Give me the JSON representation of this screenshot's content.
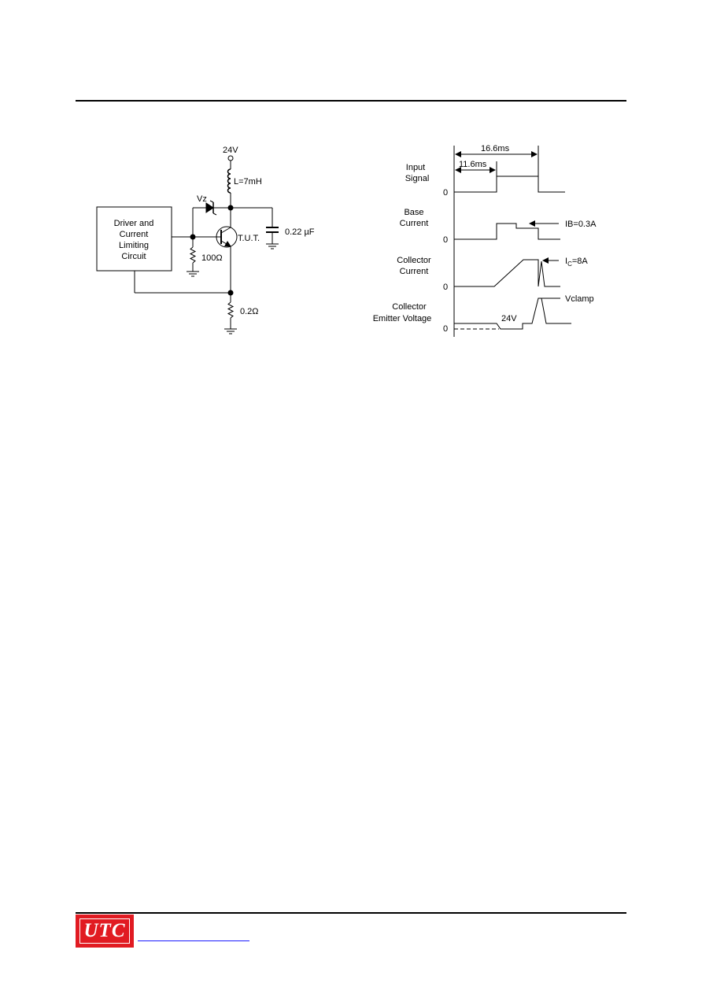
{
  "circuit": {
    "supply": "24V",
    "inductor": "L=7mH",
    "zener": "Vz",
    "capacitor": "0.22 µF",
    "driver_box": [
      "Driver and",
      "Current",
      "Limiting",
      "Circuit"
    ],
    "base_resistor": "100Ω",
    "transistor": "T.U.T.",
    "emitter_resistor": "0.2Ω"
  },
  "waveforms": {
    "period_label": "16.6ms",
    "on_time_label": "11.6ms",
    "zero_label": "0",
    "input_signal": [
      "Input",
      "Signal"
    ],
    "base_current": [
      "Base",
      "Current"
    ],
    "base_current_value": "IB=0.3A",
    "collector_current": [
      "Collector",
      "Current"
    ],
    "collector_current_value": {
      "main": "I",
      "sub": "C",
      "rest": "=8A"
    },
    "collector_emitter_voltage": [
      "Collector",
      "Emitter Voltage"
    ],
    "vce_level": "24V",
    "vclamp": "Vclamp"
  },
  "footer": {
    "logo": "UTC"
  },
  "colors": {
    "logo_red": "#e11b22",
    "link_blue": "#1a1aff"
  }
}
